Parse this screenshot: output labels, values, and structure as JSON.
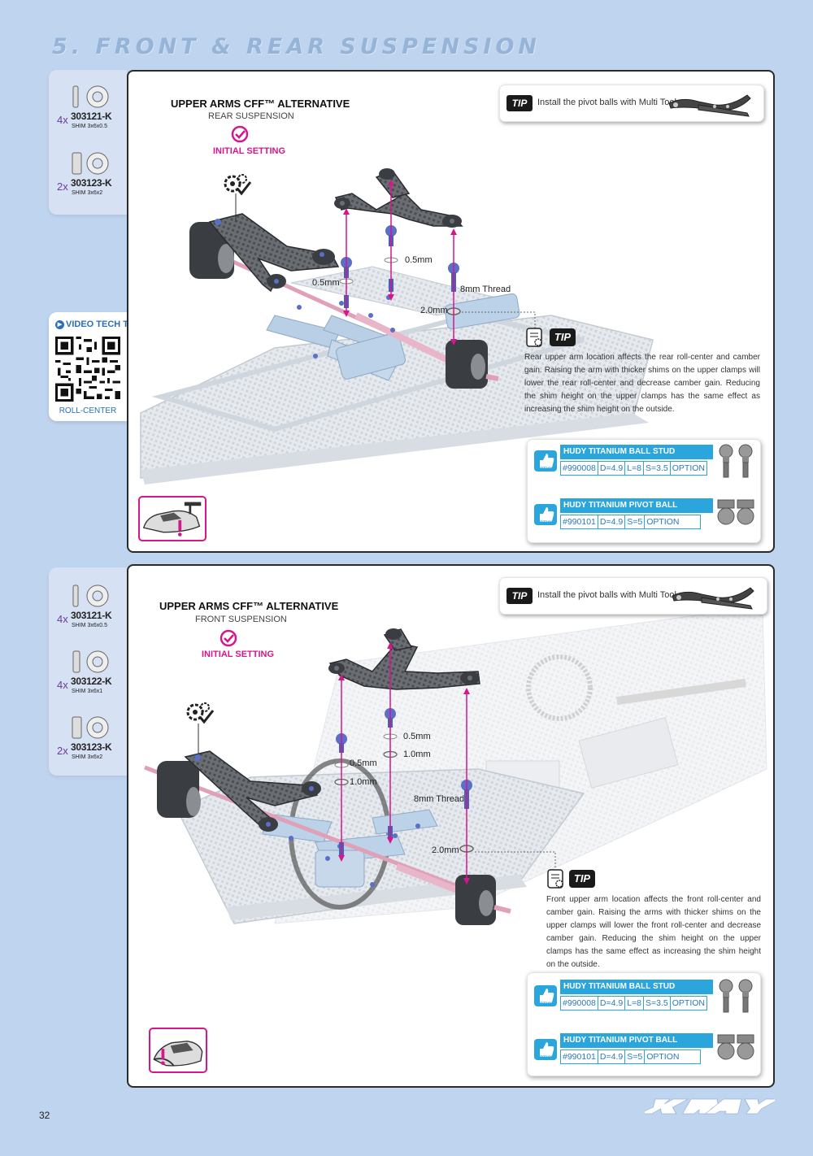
{
  "page": {
    "title": "5. FRONT & REAR SUSPENSION",
    "number": "32"
  },
  "video_tip": {
    "title": "VIDEO TECH TIP",
    "label": "ROLL-CENTER"
  },
  "rear": {
    "parts": [
      {
        "qty": "4x",
        "number": "303121-K",
        "desc": "SHIM 3x6x0.5"
      },
      {
        "qty": "2x",
        "number": "303123-K",
        "desc": "SHIM 3x6x2"
      }
    ],
    "title": "UPPER ARMS CFF™ ALTERNATIVE",
    "subtitle": "REAR SUSPENSION",
    "initial_setting": "INITIAL SETTING",
    "tip_badge": "TIP",
    "tip_text": "Install the pivot balls with Multi Tool.",
    "dims": {
      "a": "0.5mm",
      "b": "0.5mm",
      "c": "8mm Thread",
      "d": "2.0mm"
    },
    "tip2_badge": "TIP",
    "tip2_text": "Rear upper arm location affects the rear roll-center and camber gain. Raising the arm with thicker shims on the upper clamps will lower the rear roll-center and decrease camber gain. Reducing the shim height on the upper clamps has the same effect as increasing the shim height on the outside.",
    "options": [
      {
        "icon_label": "OPTION",
        "name": "HUDY TITANIUM BALL STUD",
        "cells": [
          "#990008",
          "D=4.9",
          "L=8",
          "S=3.5",
          "OPTION"
        ]
      },
      {
        "icon_label": "OPTION",
        "name": "HUDY TITANIUM PIVOT BALL",
        "cells": [
          "#990101",
          "D=4.9",
          "S=5",
          "OPTION"
        ]
      }
    ]
  },
  "front": {
    "parts": [
      {
        "qty": "4x",
        "number": "303121-K",
        "desc": "SHIM 3x6x0.5"
      },
      {
        "qty": "4x",
        "number": "303122-K",
        "desc": "SHIM 3x6x1"
      },
      {
        "qty": "2x",
        "number": "303123-K",
        "desc": "SHIM 3x6x2"
      }
    ],
    "title": "UPPER ARMS CFF™ ALTERNATIVE",
    "subtitle": "FRONT SUSPENSION",
    "initial_setting": "INITIAL SETTING",
    "tip_badge": "TIP",
    "tip_text": "Install the pivot balls with Multi Tool.",
    "dims": {
      "a": "0.5mm",
      "b": "1.0mm",
      "c": "0.5mm",
      "d": "1.0mm",
      "e": "8mm Thread",
      "f": "2.0mm"
    },
    "tip2_badge": "TIP",
    "tip2_text": "Front upper arm location affects the front roll-center and camber gain. Raising the arms with thicker shims on the upper clamps will lower the front roll-center and decrease camber gain. Reducing the shim height on the upper clamps has the same effect as increasing the shim height on the outside.",
    "options": [
      {
        "icon_label": "OPTION",
        "name": "HUDY TITANIUM BALL STUD",
        "cells": [
          "#990008",
          "D=4.9",
          "L=8",
          "S=3.5",
          "OPTION"
        ]
      },
      {
        "icon_label": "OPTION",
        "name": "HUDY TITANIUM PIVOT BALL",
        "cells": [
          "#990101",
          "D=4.9",
          "S=5",
          "OPTION"
        ]
      }
    ]
  },
  "colors": {
    "accent": "#d4178c",
    "option_blue": "#2aa6dc",
    "page_bg": "#bfd4ee"
  }
}
